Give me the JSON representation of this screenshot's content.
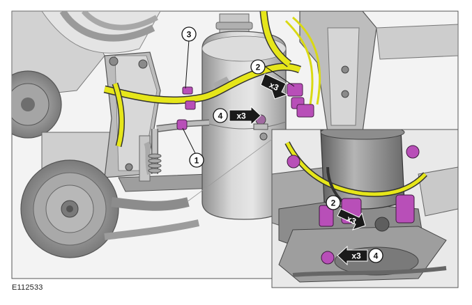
{
  "figure": {
    "id": "E112533"
  },
  "callouts": {
    "c1": "1",
    "c2_main": "2",
    "c3": "3",
    "c4_main": "4",
    "c2_inset": "2",
    "c4_inset": "4"
  },
  "arrow_tags": {
    "main_upper": "x3",
    "main_mid": "x3",
    "inset_upper": "x3",
    "inset_lower": "x3"
  },
  "colors": {
    "harness": "#e6e61a",
    "connector": "#b84fb8",
    "metal": "#bdbdbd",
    "tag_bg": "#1a1a1a"
  }
}
